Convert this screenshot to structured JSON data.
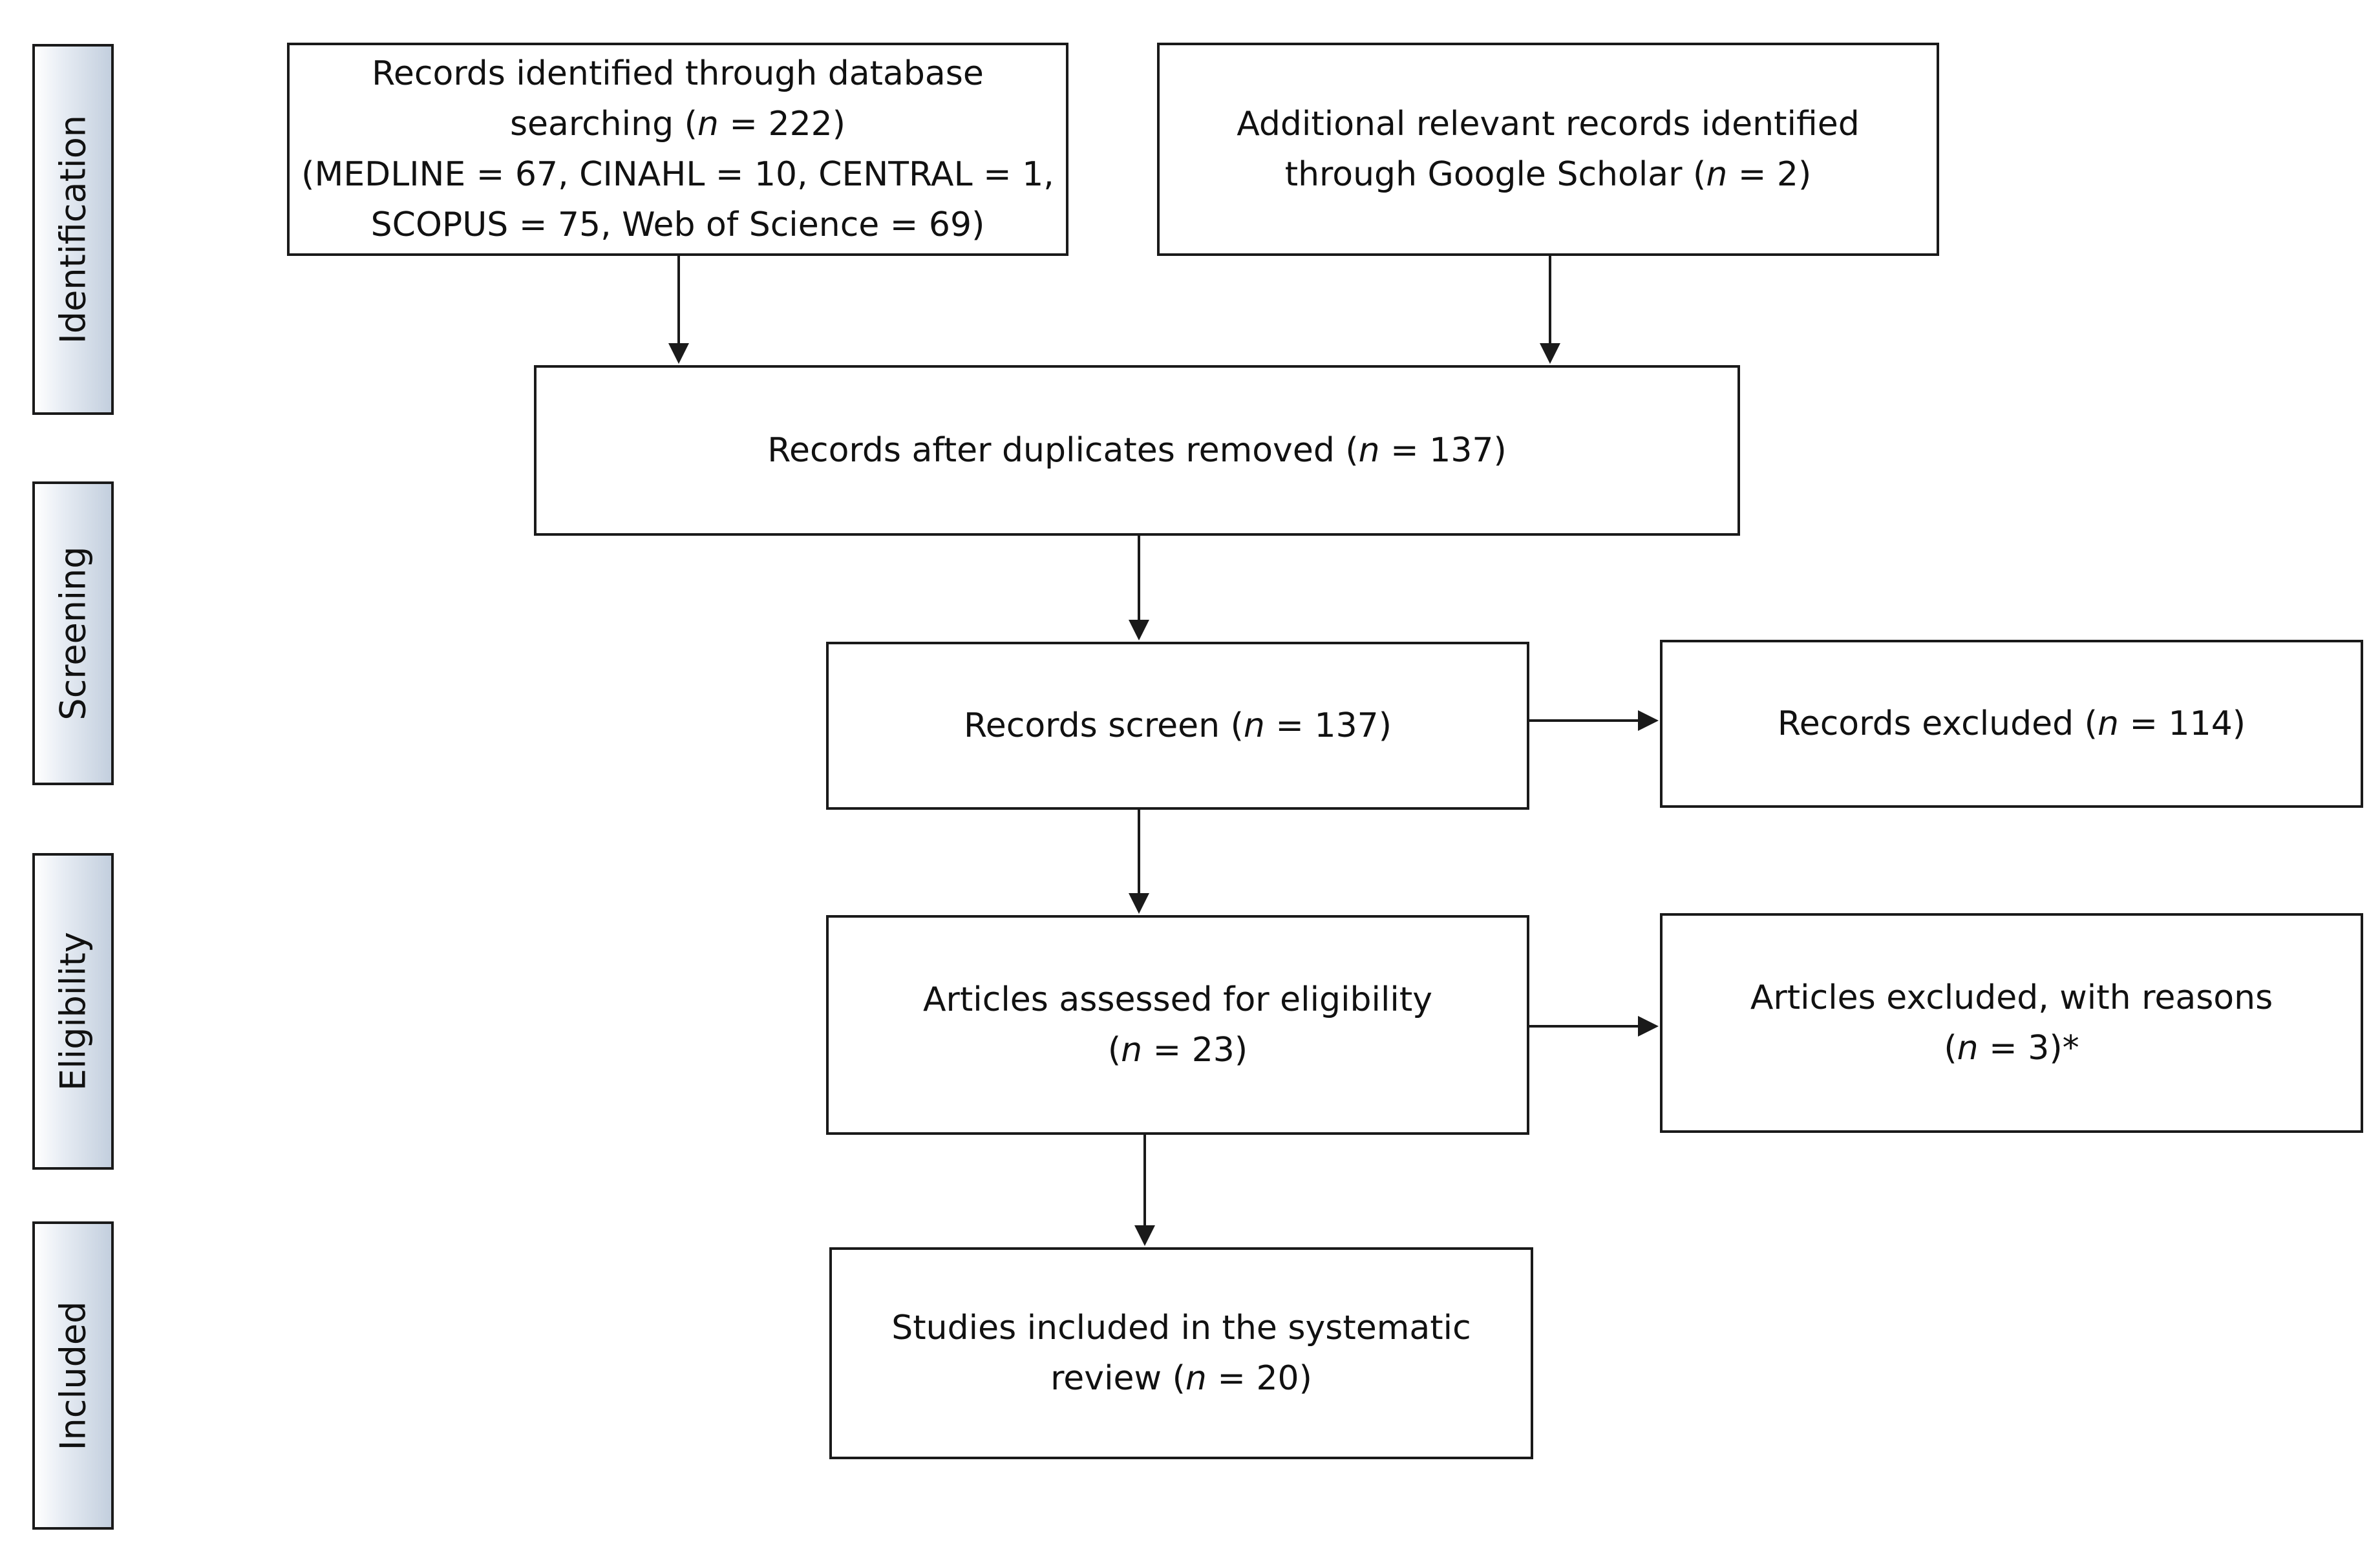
{
  "phases": {
    "identification": "Identification",
    "screening": "Screening",
    "eligibility": "Eligibility",
    "included": "Included"
  },
  "boxes": {
    "database_search": {
      "line1": "Records identified through database",
      "line2_pre": "searching  (",
      "line2_var": "n",
      "line2_post": " = 222)",
      "line3": "(MEDLINE = 67, CINAHL = 10, CENTRAL = 1,",
      "line4": "SCOPUS = 75, Web of Science = 69)"
    },
    "additional_records": {
      "line1": "Additional relevant records identified",
      "line2_pre": "through Google Scholar (",
      "line2_var": "n",
      "line2_post": " = 2)"
    },
    "duplicates_removed": {
      "line1_pre": "Records after duplicates removed (",
      "line1_var": "n",
      "line1_post": " = 137)"
    },
    "records_screen": {
      "line1_pre": "Records screen (",
      "line1_var": "n",
      "line1_post": " = 137)"
    },
    "records_excluded": {
      "line1_pre": "Records excluded (",
      "line1_var": "n",
      "line1_post": " = 114)"
    },
    "eligibility_assessed": {
      "line1": "Articles assessed for eligibility",
      "line2_pre": "(",
      "line2_var": "n",
      "line2_post": " = 23)"
    },
    "articles_excluded": {
      "line1": "Articles excluded, with reasons",
      "line2_pre": "(",
      "line2_var": "n",
      "line2_post": " = 3)*"
    },
    "studies_included": {
      "line1": "Studies included in the systematic",
      "line2_pre": "review  (",
      "line2_var": "n",
      "line2_post": " = 20)"
    }
  },
  "colors": {
    "border": "#1a1a1a",
    "phase_fill_light": "#e8edf4",
    "phase_fill_dark": "#c3cfde"
  }
}
